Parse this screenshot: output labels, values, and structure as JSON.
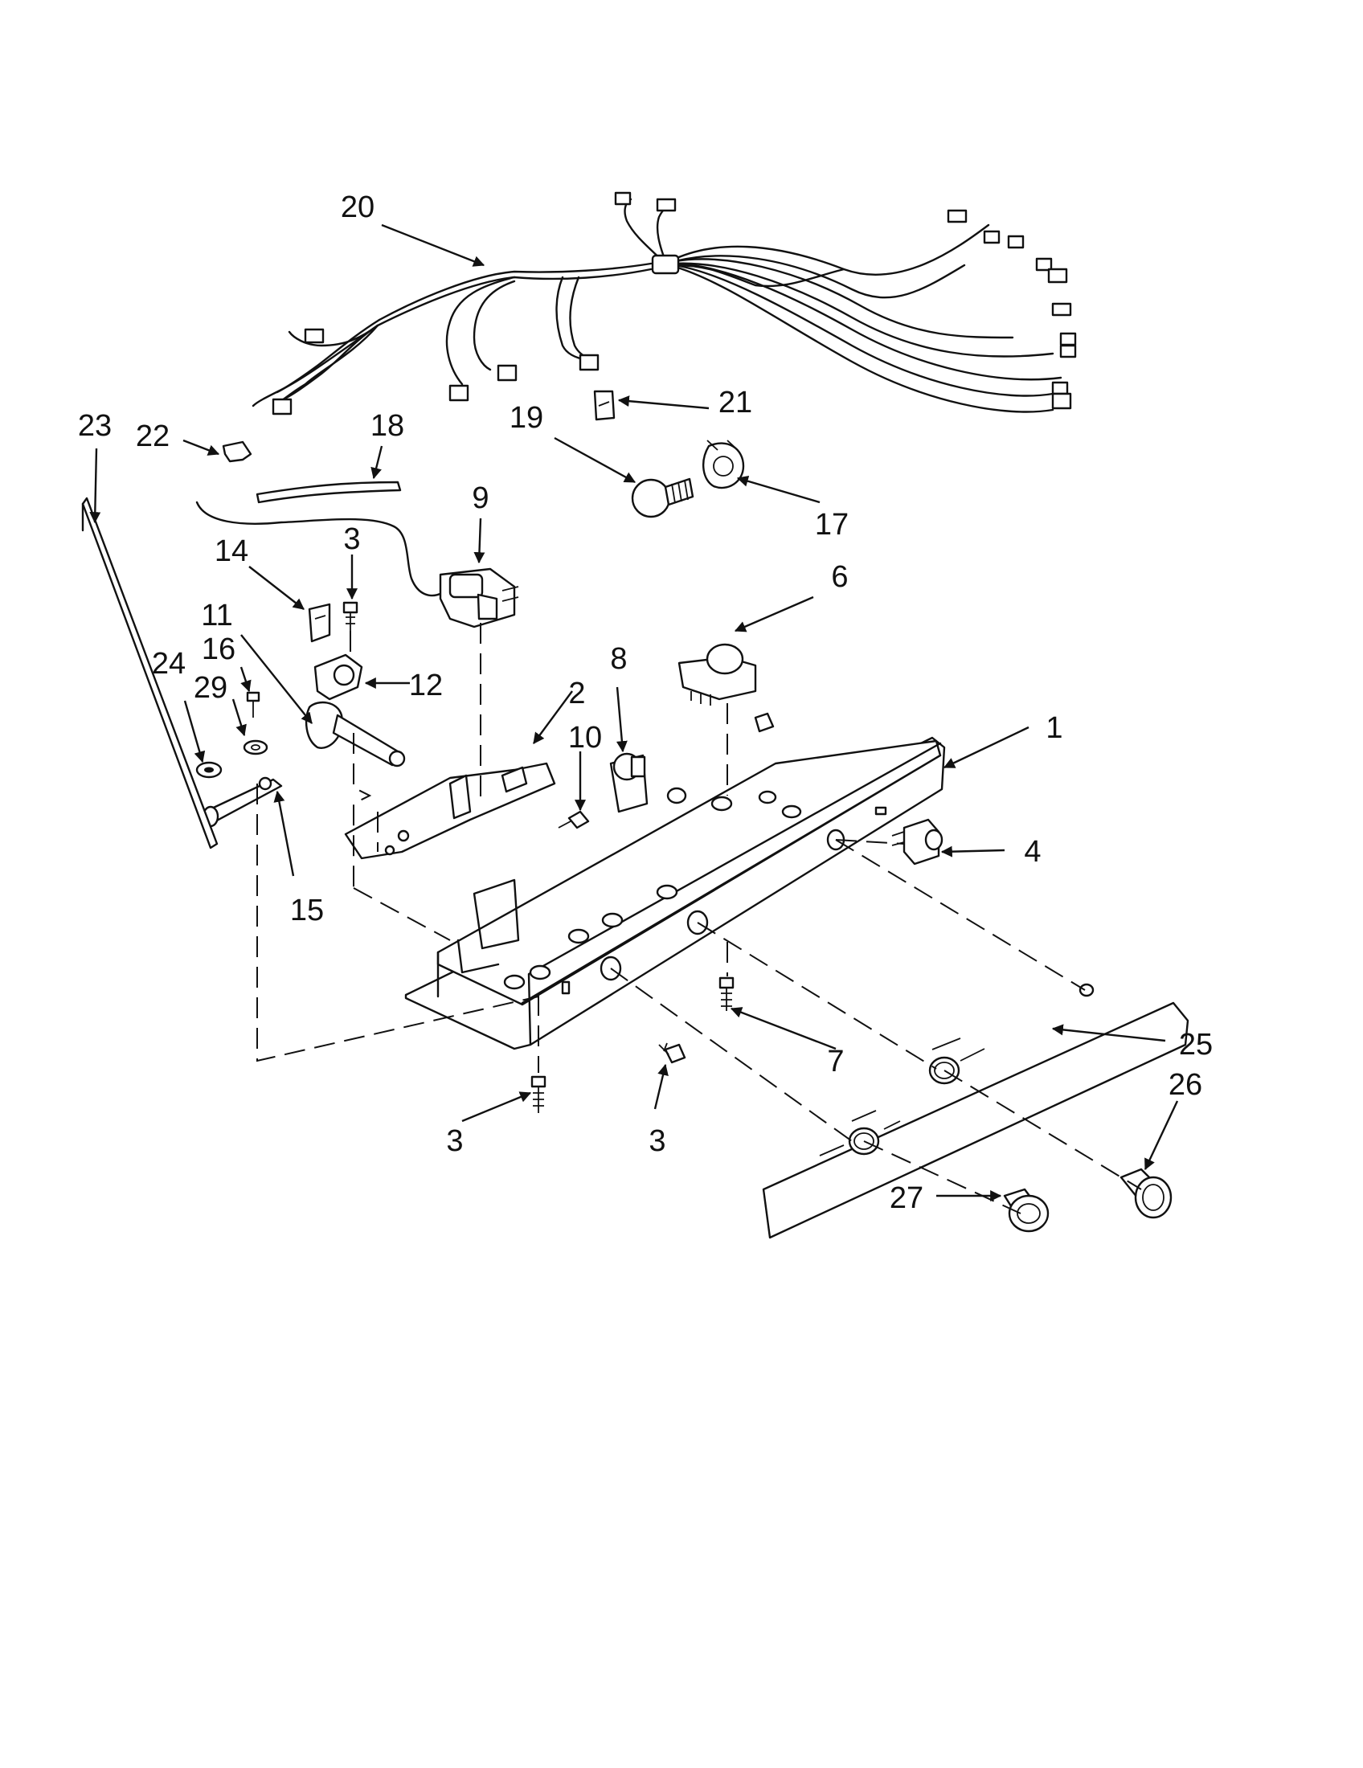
{
  "diagram": {
    "callouts": [
      {
        "id": "c1",
        "text": "1"
      },
      {
        "id": "c2",
        "text": "2"
      },
      {
        "id": "c3a",
        "text": "3"
      },
      {
        "id": "c3b",
        "text": "3"
      },
      {
        "id": "c3c",
        "text": "3"
      },
      {
        "id": "c4",
        "text": "4"
      },
      {
        "id": "c6",
        "text": "6"
      },
      {
        "id": "c7",
        "text": "7"
      },
      {
        "id": "c8",
        "text": "8"
      },
      {
        "id": "c9",
        "text": "9"
      },
      {
        "id": "c10",
        "text": "10"
      },
      {
        "id": "c11",
        "text": "11"
      },
      {
        "id": "c12",
        "text": "12"
      },
      {
        "id": "c14",
        "text": "14"
      },
      {
        "id": "c15",
        "text": "15"
      },
      {
        "id": "c16",
        "text": "16"
      },
      {
        "id": "c17",
        "text": "17"
      },
      {
        "id": "c18",
        "text": "18"
      },
      {
        "id": "c19",
        "text": "19"
      },
      {
        "id": "c20",
        "text": "20"
      },
      {
        "id": "c21",
        "text": "21"
      },
      {
        "id": "c22",
        "text": "22"
      },
      {
        "id": "c23",
        "text": "23"
      },
      {
        "id": "c24",
        "text": "24"
      },
      {
        "id": "c25",
        "text": "25"
      },
      {
        "id": "c26",
        "text": "26"
      },
      {
        "id": "c27",
        "text": "27"
      },
      {
        "id": "c29",
        "text": "29"
      }
    ]
  }
}
